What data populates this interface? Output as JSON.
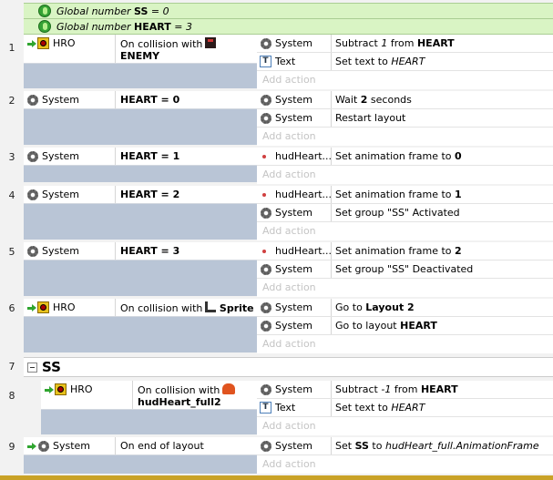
{
  "globals": [
    {
      "prefix": "Global number ",
      "name": "SS",
      "suffix": " = 0"
    },
    {
      "prefix": "Global number ",
      "name": "HEART",
      "suffix": " = 3"
    }
  ],
  "add_action": "Add action",
  "events": [
    {
      "num": "1",
      "object": "HRO",
      "cond_a": "On collision with",
      "cond_b": "ENEMY",
      "actions": [
        {
          "object": "System",
          "pre": "Subtract ",
          "ital": "1",
          "mid": " from ",
          "bold": "HEART"
        },
        {
          "object": "Text",
          "pre": "Set text to ",
          "ital": "HEART"
        }
      ]
    },
    {
      "num": "2",
      "object": "System",
      "cond_a": "HEART = 0",
      "actions": [
        {
          "object": "System",
          "pre": "Wait ",
          "bold": "2",
          "post": " seconds"
        },
        {
          "object": "System",
          "pre": "Restart layout"
        }
      ]
    },
    {
      "num": "3",
      "object": "System",
      "cond_a": "HEART = 1",
      "actions": [
        {
          "object": "hudHeart...",
          "pre": "Set animation frame to ",
          "bold": "0"
        }
      ]
    },
    {
      "num": "4",
      "object": "System",
      "cond_a": "HEART = 2",
      "actions": [
        {
          "object": "hudHeart...",
          "pre": "Set animation frame to ",
          "bold": "1"
        },
        {
          "object": "System",
          "pre": "Set group \"SS\" Activated"
        }
      ]
    },
    {
      "num": "5",
      "object": "System",
      "cond_a": "HEART = 3",
      "actions": [
        {
          "object": "hudHeart...",
          "pre": "Set animation frame to ",
          "bold": "2"
        },
        {
          "object": "System",
          "pre": "Set group \"SS\" Deactivated"
        }
      ]
    },
    {
      "num": "6",
      "object": "HRO",
      "cond_a": "On collision with",
      "cond_b": "Sprite",
      "actions": [
        {
          "object": "System",
          "pre": "Go to ",
          "bold": "Layout 2"
        },
        {
          "object": "System",
          "pre": "Go to layout ",
          "bold": "HEART"
        }
      ]
    },
    {
      "num": "7",
      "group": "SS"
    },
    {
      "num": "8",
      "object": "HRO",
      "cond_a": "On collision with",
      "cond_b": "hudHeart_full2",
      "actions": [
        {
          "object": "System",
          "pre": "Subtract ",
          "ital": "-1",
          "mid": " from ",
          "bold": "HEART"
        },
        {
          "object": "Text",
          "pre": "Set text to ",
          "ital": "HEART"
        }
      ]
    },
    {
      "num": "9",
      "object": "System",
      "cond_a": "On end of layout",
      "actions": [
        {
          "object": "System",
          "pre": "Set ",
          "bold": "SS",
          "mid": " to ",
          "ital": "hudHeart_full.AnimationFrame"
        }
      ]
    }
  ]
}
